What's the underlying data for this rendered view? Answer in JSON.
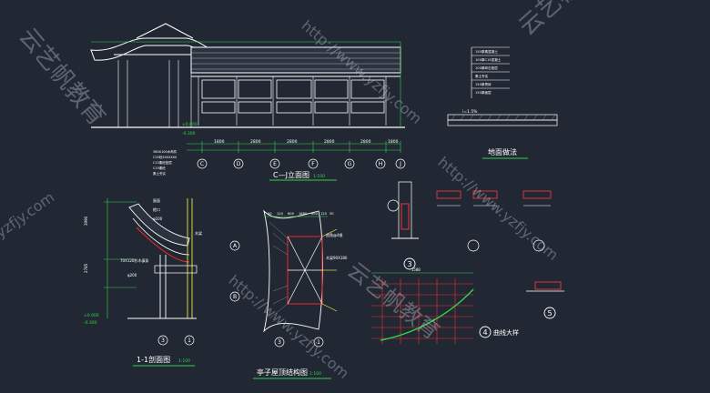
{
  "colors": {
    "background": "#222833",
    "linework": "#ffffff",
    "dimension": "#2fd24a",
    "annotation": "#ffff40",
    "section": "#ff2a2a",
    "detail": "#ff3b3b",
    "cyan": "#38e0ff",
    "magenta": "#ff47ff",
    "watermark": "#cfd6e2"
  },
  "drawings": {
    "elevation": {
      "title": "C—J立面图",
      "scale": "1:100",
      "axis_labels": [
        "C",
        "D",
        "E",
        "F",
        "G",
        "H",
        "J"
      ],
      "dims": [
        "1800",
        "2800",
        "2800",
        "2800",
        "2800",
        "1800"
      ],
      "level_marks": [
        "±0.000",
        "-0.300"
      ]
    },
    "ground_detail": {
      "title": "地面做法",
      "ratio": "i=1.5%",
      "layers": [
        "150厚素混凝土",
        "100厚C15混凝土",
        "100厚碎石垫层",
        "素土夯实",
        "150厚青砖",
        "150厚面层"
      ]
    },
    "section": {
      "title": "1-1剖面图",
      "scale": "1:100",
      "notes": [
        "70X120杉木檩条",
        "φ200",
        "屋面",
        "檐口",
        "木梁",
        "φ100"
      ],
      "axis_labels": [
        "3",
        "1"
      ],
      "level_marks": [
        "±0.000",
        "-0.300"
      ]
    },
    "roof_plan": {
      "title": "亭子屋顶结构图",
      "scale": "1:100",
      "dims": [
        "50",
        "120",
        "600",
        "1680",
        "600",
        "120",
        "50"
      ],
      "axis_labels": [
        "A",
        "B",
        "3",
        "1"
      ],
      "notes": [
        "戗角@4根",
        "木梁90X180"
      ]
    },
    "detail3": {
      "label": "3"
    },
    "detail4": {
      "label": "4",
      "caption": "曲线大样",
      "dims": [
        "1500"
      ]
    },
    "detail5": {
      "label": "5"
    }
  },
  "watermarks": {
    "cn": [
      "云艺帆教育",
      "云艺帆教育",
      "云艺帆教育"
    ],
    "en": [
      "http://www.yzfjy.com",
      "http://www.yzfjy.com",
      "http://www.yzfjy.com",
      "yzfjy.com"
    ]
  }
}
